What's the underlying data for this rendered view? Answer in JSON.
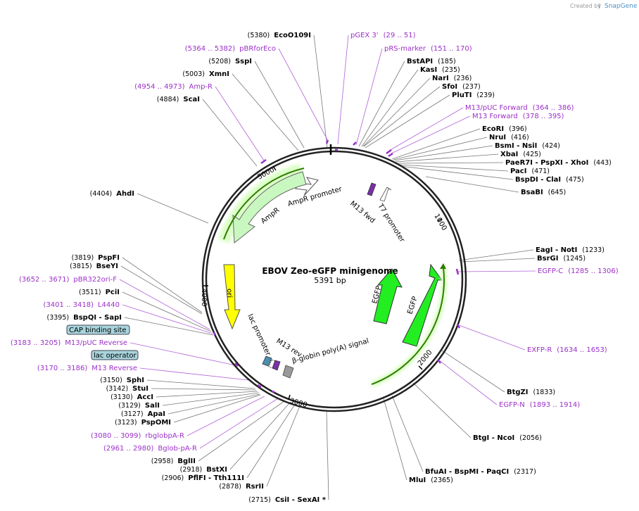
{
  "credit": {
    "prefix": "Created by",
    "brand": "SnapGene"
  },
  "plasmid": {
    "name": "EBOV Zeo-eGFP minigenome",
    "length_label": "5391 bp"
  },
  "ticks": [
    "1000",
    "2000",
    "3000",
    "4000",
    "5000"
  ],
  "features": [
    {
      "name": "AmpR promoter"
    },
    {
      "name": "AmpR"
    },
    {
      "name": "ori"
    },
    {
      "name": "lac promoter"
    },
    {
      "name": "M13 rev"
    },
    {
      "name": "β-globin poly(A) signal"
    },
    {
      "name": "M13 fwd"
    },
    {
      "name": "T7 promoter"
    },
    {
      "name": "EGFP"
    },
    {
      "name": "EGFP"
    }
  ],
  "boxed_labels": [
    "CAP binding site",
    "lac operator"
  ],
  "left_labels": [
    {
      "pos": "(5380)",
      "name": "EcoO109I"
    },
    {
      "pos": "(5364 .. 5382)",
      "name": "pBRforEco",
      "primer": true
    },
    {
      "pos": "(5208)",
      "name": "SspI"
    },
    {
      "pos": "(5003)",
      "name": "XmnI"
    },
    {
      "pos": "(4954 .. 4973)",
      "name": "Amp-R",
      "primer": true
    },
    {
      "pos": "(4884)",
      "name": "ScaI"
    },
    {
      "pos": "(4404)",
      "name": "AhdI"
    },
    {
      "pos": "(3819)",
      "name": "PspFI"
    },
    {
      "pos": "(3815)",
      "name": "BseYI"
    },
    {
      "pos": "(3652 .. 3671)",
      "name": "pBR322ori-F",
      "primer": true
    },
    {
      "pos": "(3511)",
      "name": "PciI"
    },
    {
      "pos": "(3401 .. 3418)",
      "name": "L4440",
      "primer": true
    },
    {
      "pos": "(3395)",
      "name": "BspQI   - SapI"
    },
    {
      "pos": "(3183 .. 3205)",
      "name": "M13/pUC Reverse",
      "primer": true
    },
    {
      "pos": "(3170 .. 3186)",
      "name": "M13 Reverse",
      "primer": true
    },
    {
      "pos": "(3150)",
      "name": "SphI"
    },
    {
      "pos": "(3142)",
      "name": "StuI"
    },
    {
      "pos": "(3130)",
      "name": "AccI"
    },
    {
      "pos": "(3129)",
      "name": "SalI"
    },
    {
      "pos": "(3127)",
      "name": "ApaI"
    },
    {
      "pos": "(3123)",
      "name": "PspOMI"
    },
    {
      "pos": "(3080 .. 3099)",
      "name": "rbglobpA-R",
      "primer": true
    },
    {
      "pos": "(2961 .. 2980)",
      "name": "Bglob-pA-R",
      "primer": true
    },
    {
      "pos": "(2958)",
      "name": "BglII"
    },
    {
      "pos": "(2918)",
      "name": "BstXI"
    },
    {
      "pos": "(2906)",
      "name": "PflFI   - Tth111I"
    },
    {
      "pos": "(2878)",
      "name": "RsrII"
    },
    {
      "pos": "(2715)",
      "name": "CsiI   - SexAI *"
    }
  ],
  "right_labels": [
    {
      "name": "pGEX 3'",
      "pos": "(29 .. 51)",
      "primer": true
    },
    {
      "name": "pRS-marker",
      "pos": "(151 .. 170)",
      "primer": true
    },
    {
      "name": "BstAPI",
      "pos": "(185)"
    },
    {
      "name": "KasI",
      "pos": "(235)"
    },
    {
      "name": "NarI",
      "pos": "(236)"
    },
    {
      "name": "SfoI",
      "pos": "(237)"
    },
    {
      "name": "PluTI",
      "pos": "(239)"
    },
    {
      "name": "M13/pUC Forward",
      "pos": "(364 .. 386)",
      "primer": true
    },
    {
      "name": "M13 Forward",
      "pos": "(378 .. 395)",
      "primer": true
    },
    {
      "name": "EcoRI",
      "pos": "(396)"
    },
    {
      "name": "NruI",
      "pos": "(416)"
    },
    {
      "name": "BsmI   - NsiI",
      "pos": "(424)"
    },
    {
      "name": "XbaI",
      "pos": "(425)"
    },
    {
      "name": "PaeR7I   - PspXI   - XhoI",
      "pos": "(443)"
    },
    {
      "name": "PacI",
      "pos": "(471)"
    },
    {
      "name": "BspDI   - ClaI",
      "pos": "(475)"
    },
    {
      "name": "BsaBI",
      "pos": "(645)"
    },
    {
      "name": "EagI   - NotI",
      "pos": "(1233)"
    },
    {
      "name": "BsrGI",
      "pos": "(1245)"
    },
    {
      "name": "EGFP-C",
      "pos": "(1285 .. 1306)",
      "primer": true
    },
    {
      "name": "EXFP-R",
      "pos": "(1634 .. 1653)",
      "primer": true
    },
    {
      "name": "BtgZI",
      "pos": "(1833)"
    },
    {
      "name": "EGFP-N",
      "pos": "(1893 .. 1914)",
      "primer": true
    },
    {
      "name": "BtgI   - NcoI",
      "pos": "(2056)"
    },
    {
      "name": "BfuAI   - BspMI   - PaqCI",
      "pos": "(2317)"
    },
    {
      "name": "MluI",
      "pos": "(2365)"
    }
  ]
}
